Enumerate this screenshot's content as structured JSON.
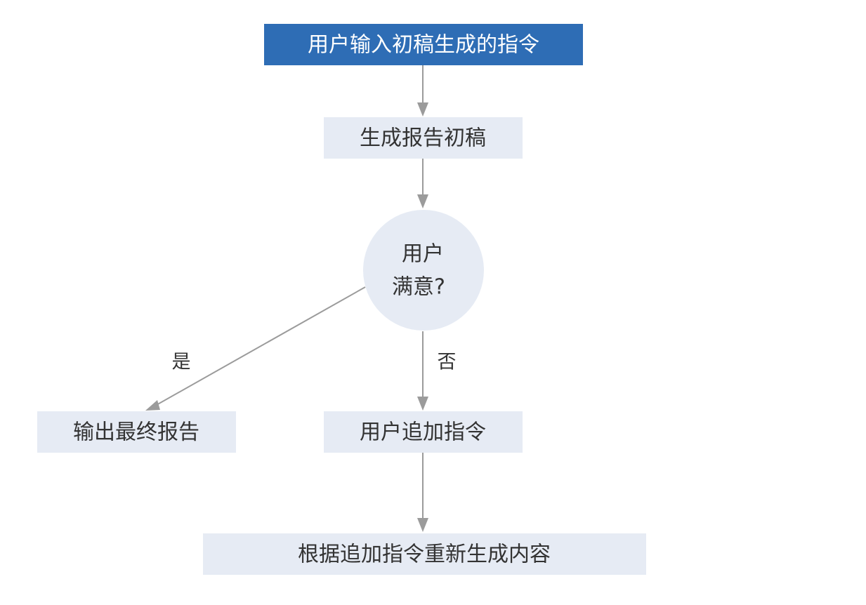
{
  "nodes": {
    "start": {
      "label": "用户输入初稿生成的指令"
    },
    "draft": {
      "label": "生成报告初稿"
    },
    "decision": {
      "label_line1": "用户",
      "label_line2": "满意?"
    },
    "output": {
      "label": "输出最终报告"
    },
    "append": {
      "label": "用户追加指令"
    },
    "regen": {
      "label": "根据追加指令重新生成内容"
    }
  },
  "edges": {
    "yes_label": "是",
    "no_label": "否"
  },
  "colors": {
    "primary": "#2e6db5",
    "node_fill": "#e6ebf4",
    "arrow": "#9b9b9b",
    "text": "#333333"
  }
}
